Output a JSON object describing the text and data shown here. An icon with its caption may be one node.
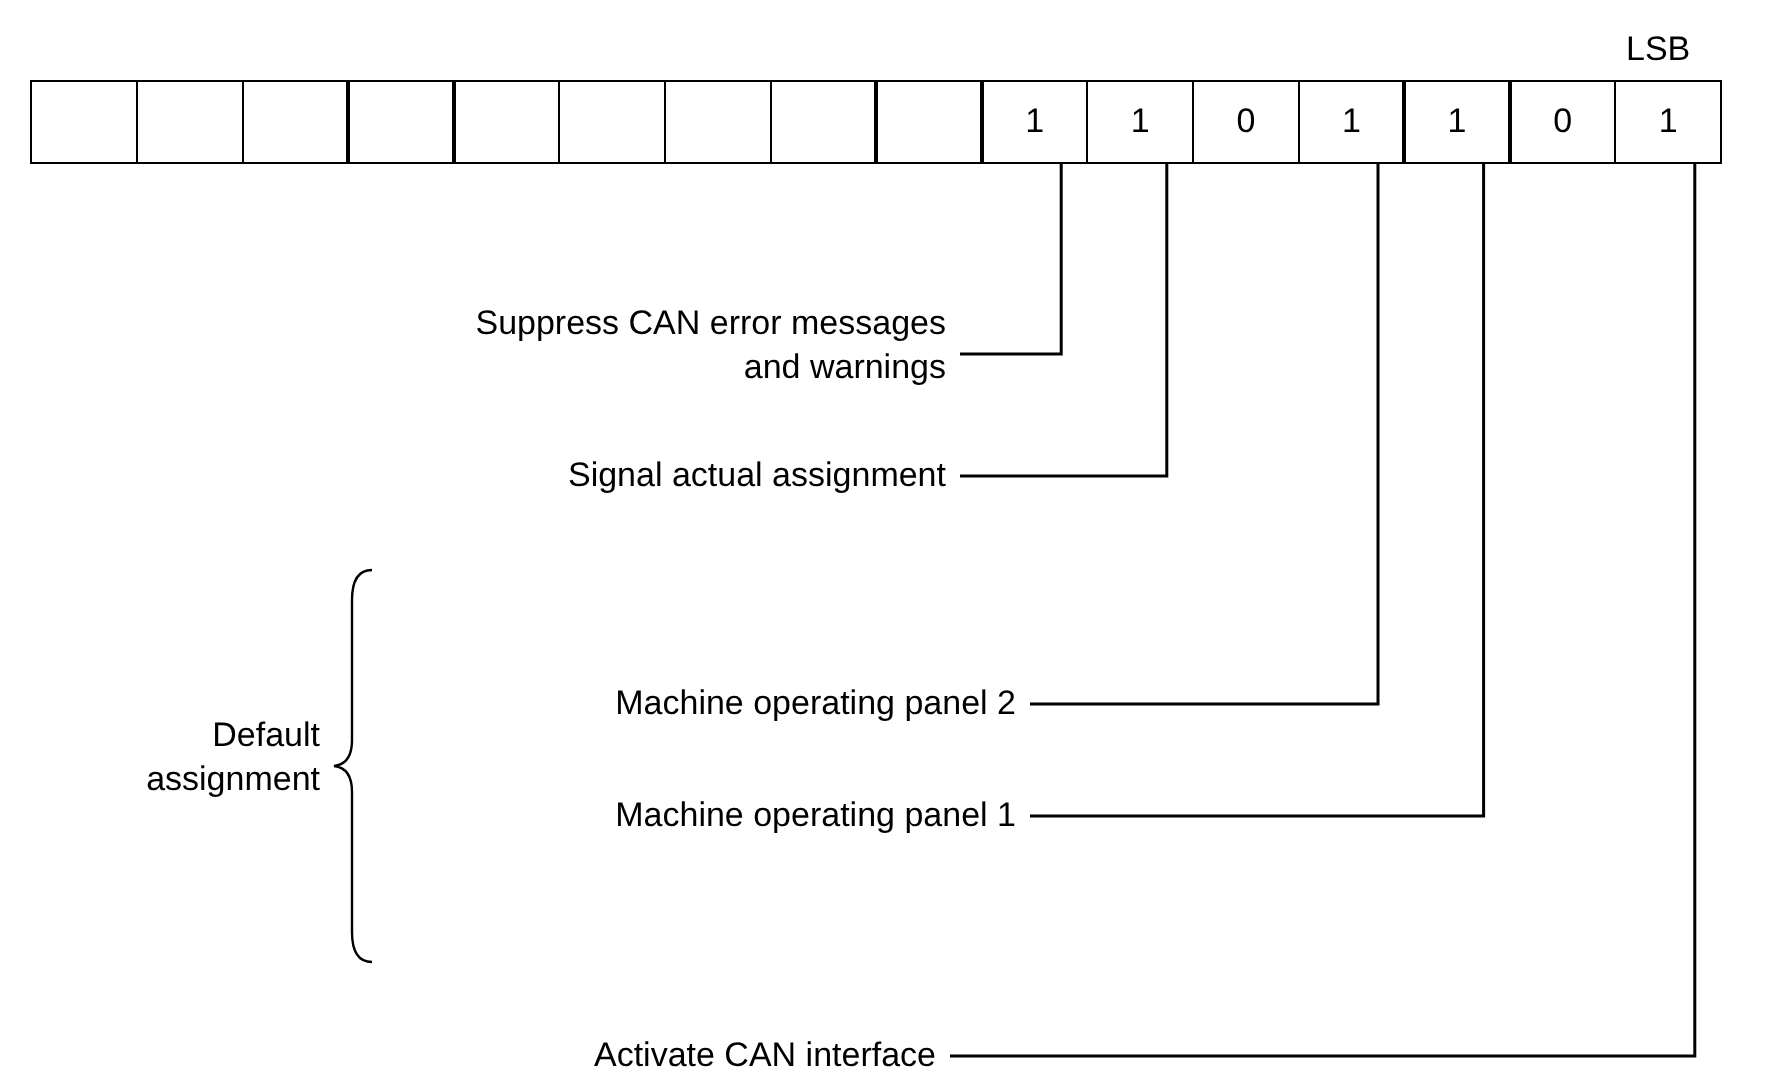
{
  "diagram": {
    "nodes": [
      {
        "text": [],
        "shape": "box"
      },
      {
        "text": [],
        "shape": "box"
      },
      {
        "text": [],
        "shape": "box"
      },
      {
        "text": [],
        "shape": "box"
      },
      {
        "text": [],
        "shape": "box"
      },
      {
        "text": [],
        "shape": "box"
      },
      {
        "text": [],
        "shape": "box"
      },
      {
        "text": [],
        "shape": "box"
      },
      {
        "text": [],
        "shape": "box"
      },
      {
        "text": [
          "1"
        ]
      },
      {
        "text": [
          "1"
        ]
      },
      {
        "text": [
          "0"
        ]
      },
      {
        "text": [
          "1"
        ]
      },
      {
        "text": [
          "1"
        ]
      },
      {
        "text": [
          "0"
        ]
      },
      {
        "text": [
          "1"
        ]
      },
      {
        "text": [
          "Suppress CAN error messages and warnings"
        ]
      },
      {
        "text": [
          "Signal actual assignment"
        ]
      },
      {
        "text": [
          "Machine operating panel 2"
        ]
      },
      {
        "text": [
          "Machine operating panel 1"
        ]
      },
      {
        "text": [
          "Activate CAN interface"
        ]
      }
    ],
    "edges": [
      {
        "from": 16,
        "to": 9,
        "arrow": "none"
      },
      {
        "from": 17,
        "to": 10,
        "arrow": "none"
      },
      {
        "from": 18,
        "to": 12,
        "arrow": "none"
      },
      {
        "from": 19,
        "to": 13,
        "arrow": "none"
      },
      {
        "from": 20,
        "to": 15,
        "arrow": "none"
      }
    ],
    "labels": [
      "LSB",
      "Default assignment"
    ]
  }
}
